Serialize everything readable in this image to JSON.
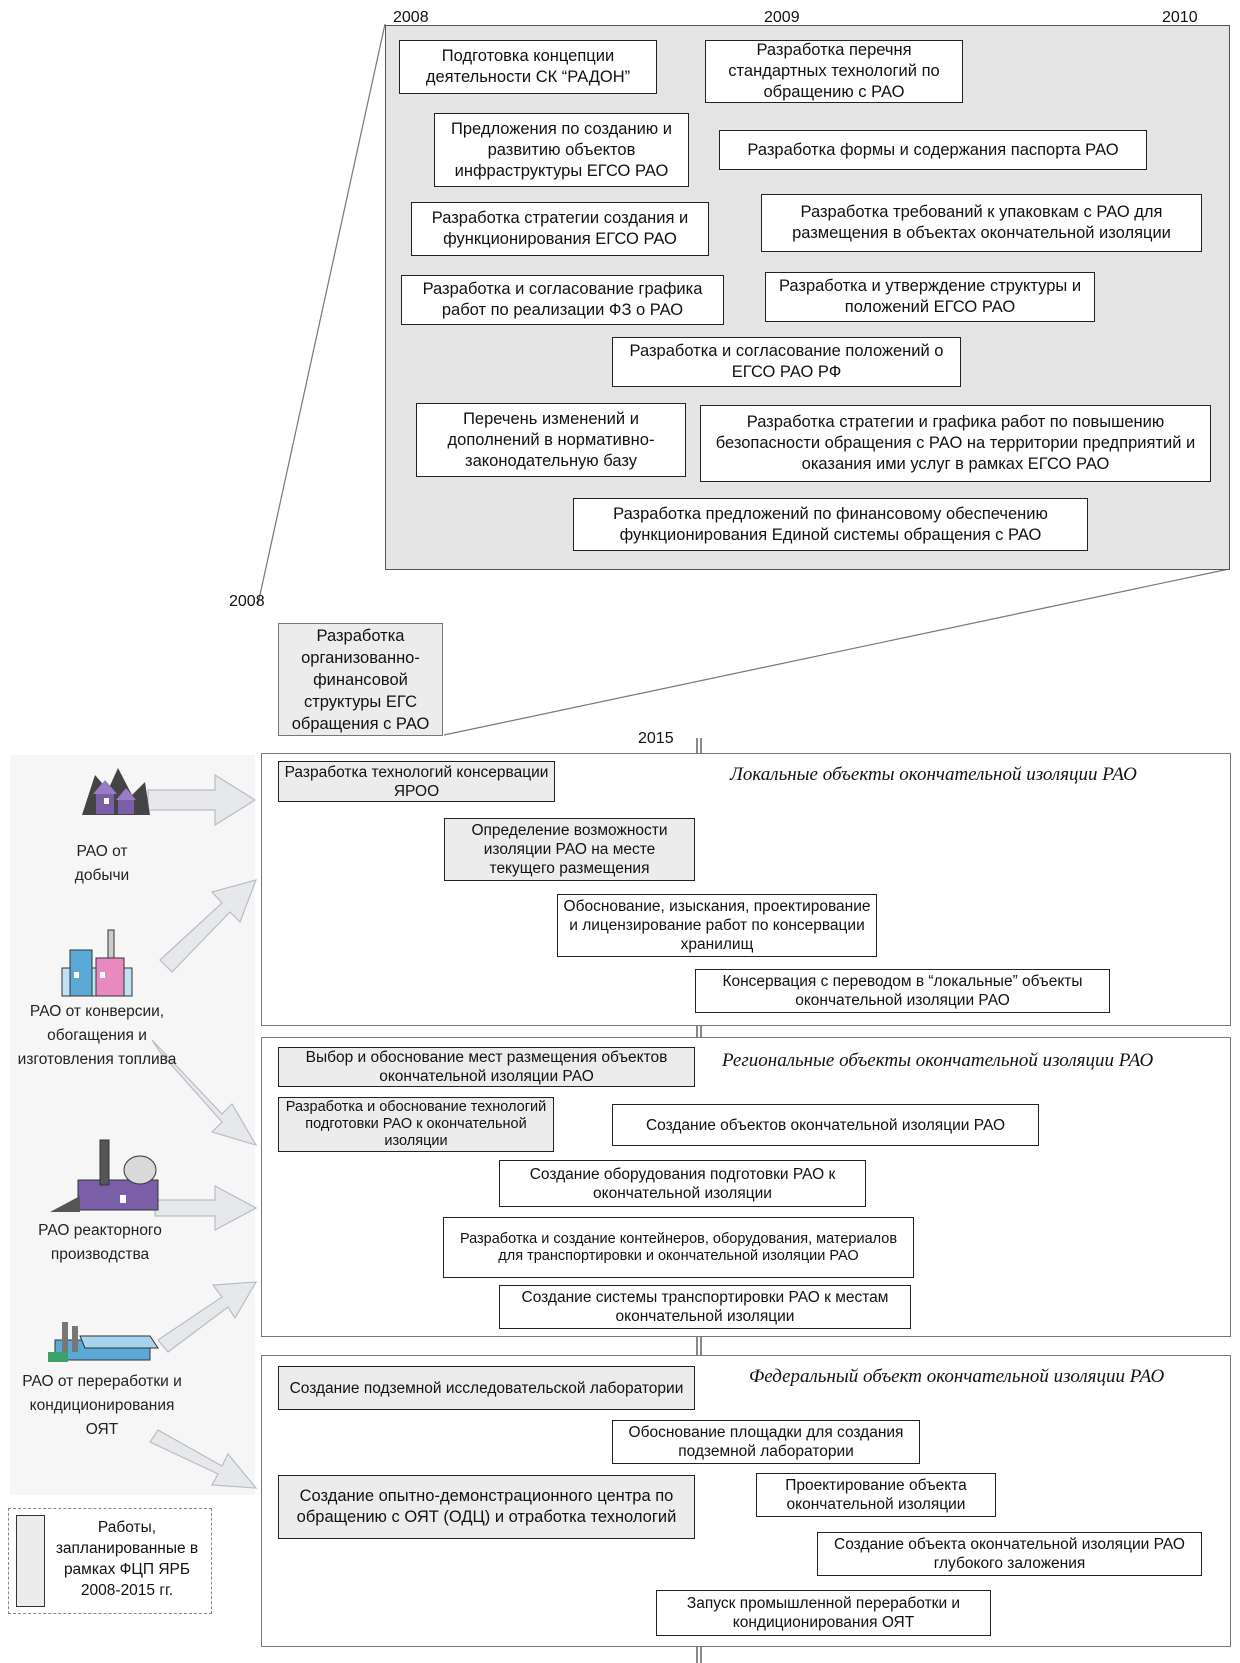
{
  "top_panel": {
    "year_start": "2008",
    "year_mid": "2009",
    "year_end": "2010",
    "boxes": [
      "Подготовка концепции деятельности СК “РАДОН”",
      "Разработка перечня стандартных технологий по обращению с РАО",
      "Предложения по созданию и развитию объектов инфраструктуры ЕГСО РАО",
      "Разработка формы и содержания паспорта РАО",
      "Разработка стратегии создания и функционирования ЕГСО РАО",
      "Разработка требований к упаковкам с РАО для размещения в объектах окончательной изоляции",
      "Разработка и согласование графика работ по реализации ФЗ о РАО",
      "Разработка и утверждение структуры и положений ЕГСО РАО",
      "Разработка и согласование положений о ЕГСО РАО РФ",
      "Перечень изменений и дополнений в нормативно-законодательную базу",
      "Разработка стратегии и графика работ по повышению безопасности обращения с РАО на территории предприятий и оказания ими услуг в рамках ЕГСО РАО",
      "Разработка предложений по финансовому обеспечению функционирования Единой системы обращения с РАО"
    ]
  },
  "zoom_source": {
    "year": "2008",
    "label": "Разработка организованно-финансовой структуры ЕГС обращения с РАО"
  },
  "timeline": {
    "year_2015": "2015"
  },
  "sections": [
    {
      "title": "Локальные объекты окончательной изоляции РАО",
      "boxes": [
        "Разработка технологий консервации ЯРОО",
        "Определение возможности изоляции РАО на месте текущего размещения",
        "Обоснование, изыскания, проектирование и лицензирование работ по консервации хранилищ",
        "Консервация с переводом в “локальные” объекты окончательной изоляции РАО"
      ]
    },
    {
      "title": "Региональные объекты окончательной изоляции РАО",
      "boxes": [
        "Выбор и обоснование мест размещения объектов окончательной изоляции РАО",
        "Разработка и обоснование технологий подготовки РАО к окончательной изоляции",
        "Создание объектов окончательной изоляции РАО",
        "Создание оборудования подготовки РАО к окончательной изоляции",
        "Разработка и создание контейнеров, оборудования, материалов для транспортировки и окончательной изоляции РАО",
        "Создание системы транспортировки РАО к местам окончательной изоляции"
      ]
    },
    {
      "title": "Федеральный объект окончательной изоляции РАО",
      "boxes": [
        "Создание подземной исследовательской лаборатории",
        "Обоснование площадки для создания подземной лаборатории",
        "Создание опытно-демонстрационного центра по обращению с ОЯТ (ОДЦ) и отработка технологий",
        "Проектирование объекта окончательной изоляции",
        "Создание объекта окончательной изоляции РАО глубокого заложения",
        "Запуск промышленной переработки и кондиционирования ОЯТ"
      ]
    }
  ],
  "sources": [
    "РАО от добычи",
    "РАО от конверсии, обогащения и изготовления топлива",
    "РАО реакторного производства",
    "РАО от переработки и кондиционирования ОЯТ"
  ],
  "legend": {
    "text": "Работы, запланированные в рамках ФЦП ЯРБ 2008-2015 гг."
  },
  "colors": {
    "panel_gray": "#e4e4e4",
    "box_gray": "#ececec",
    "factory_purple": "#7b5ea8",
    "factory_pink": "#e889c0",
    "factory_blue": "#5aa9d6"
  }
}
